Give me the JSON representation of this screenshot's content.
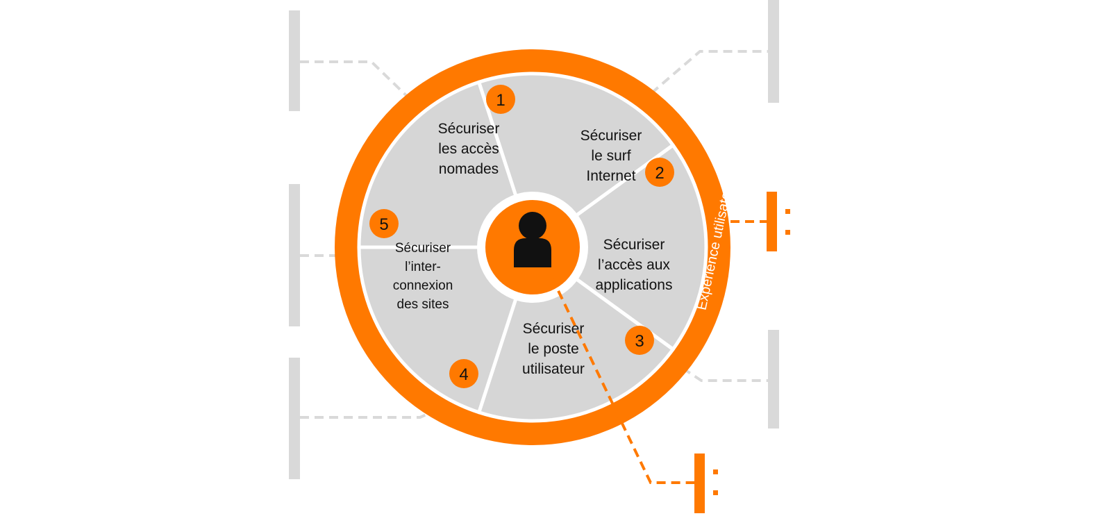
{
  "colors": {
    "accent": "#FF7900",
    "segment": "#D6D6D6",
    "connector_gray": "#D9D9D9",
    "text": "#111111"
  },
  "center": {
    "icon": "user-icon"
  },
  "ring": {
    "label": "Expérience utilisateur"
  },
  "segments": [
    {
      "number": "1",
      "lines": [
        "Sécuriser",
        "les accès",
        "nomades"
      ]
    },
    {
      "number": "2",
      "lines": [
        "Sécuriser",
        "le surf",
        "Internet"
      ]
    },
    {
      "number": "3",
      "lines": [
        "Sécuriser",
        "l’accès aux",
        "applications"
      ]
    },
    {
      "number": "4",
      "lines": [
        "Sécuriser",
        "le poste",
        "utilisateur"
      ]
    },
    {
      "number": "5",
      "lines": [
        "Sécuriser",
        "l’inter-",
        "connexion",
        "des sites"
      ]
    }
  ]
}
